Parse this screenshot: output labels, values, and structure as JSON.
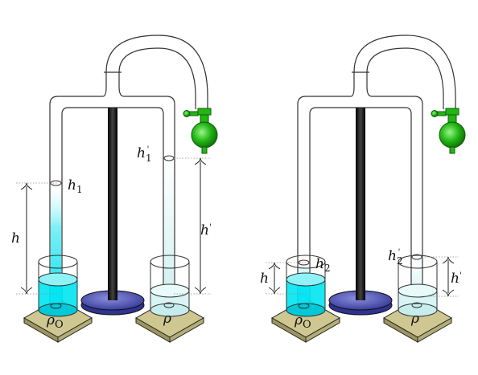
{
  "panels": [
    {
      "id": "left",
      "left_liquid": {
        "symbol": "ρ",
        "subscript": "O",
        "color": "#00e5f2"
      },
      "right_liquid": {
        "symbol": "ρ",
        "color": "#d8f4f4"
      },
      "left_column_label": {
        "base": "h",
        "subscript": "1",
        "prime": false
      },
      "right_column_label": {
        "base": "h",
        "subscript": "1",
        "prime": true
      },
      "left_dimension": {
        "base": "h",
        "prime": false
      },
      "right_dimension": {
        "base": "h",
        "prime": true
      }
    },
    {
      "id": "right",
      "left_liquid": {
        "symbol": "ρ",
        "subscript": "O",
        "color": "#00e5f2"
      },
      "right_liquid": {
        "symbol": "ρ",
        "color": "#d8f4f4"
      },
      "left_column_label": {
        "base": "h",
        "subscript": "2",
        "prime": false
      },
      "right_column_label": {
        "base": "h",
        "subscript": "2",
        "prime": true
      },
      "left_dimension": {
        "base": "h",
        "prime": false
      },
      "right_dimension": {
        "base": "h",
        "prime": true
      }
    }
  ],
  "colors": {
    "bulb": "#22b614",
    "base_plate": "#cfc792",
    "stand_disk": "#4a4fb0",
    "rod": "#111111",
    "tube_outline": "#333333"
  }
}
